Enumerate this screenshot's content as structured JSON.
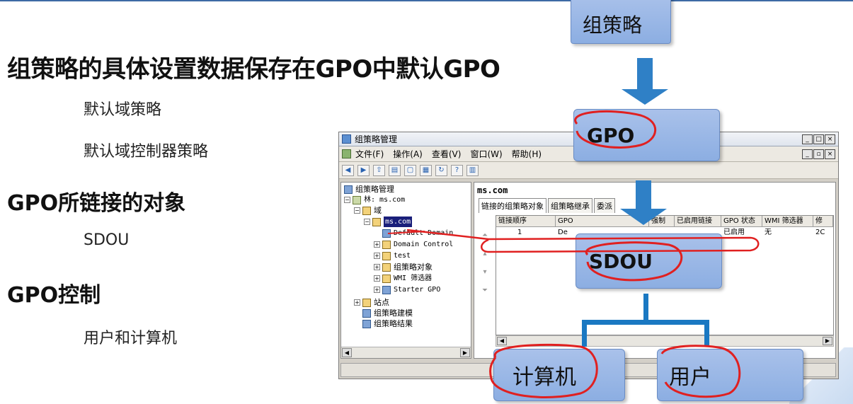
{
  "slide": {
    "heading_main": "组策略的具体设置数据保存在GPO中默认GPO",
    "sub_default_domain": "默认域策略",
    "sub_default_dc": "默认域控制器策略",
    "heading_linked": "GPO所链接的对象",
    "sub_sdou": "SDOU",
    "heading_control": "GPO控制",
    "sub_users_computers": "用户和计算机"
  },
  "diagram": {
    "box_policy": "组策略",
    "box_gpo": "GPO",
    "box_sdou": "SDOU",
    "box_computer": "计算机",
    "box_user": "用户",
    "colors": {
      "box_fill": "#9db8e6",
      "arrow": "#2f80c6",
      "connector": "#1a78c2",
      "annotation": "#e02020"
    }
  },
  "window": {
    "title": "组策略管理",
    "buttons": {
      "minimize": "_",
      "maximize": "□",
      "close": "×",
      "inner_min": "_",
      "inner_restore": "▫",
      "inner_close": "×"
    },
    "menu": [
      "文件(F)",
      "操作(A)",
      "查看(V)",
      "窗口(W)",
      "帮助(H)"
    ],
    "tree": {
      "root": "组策略管理",
      "forest": "林: ms.com",
      "domains": "域",
      "domain": "ms.com",
      "default_domain": "Default Domain",
      "domain_controllers": "Domain Control",
      "test": "test",
      "gpo_objects": "组策略对象",
      "wmi_filters": "WMI 筛选器",
      "starter_gpo": "Starter GPO",
      "sites": "站点",
      "modeling": "组策略建模",
      "results": "组策略结果"
    },
    "right": {
      "title": "ms.com",
      "tabs": [
        "链接的组策略对象",
        "组策略继承",
        "委派"
      ],
      "columns": [
        "链接顺序",
        "GPO",
        "强制",
        "已启用链接",
        "GPO 状态",
        "WMI 筛选器",
        "修"
      ],
      "rows": [
        {
          "order": "1",
          "gpo": "De",
          "status": "已启用",
          "wmi": "无",
          "modified": "2C"
        }
      ]
    }
  }
}
